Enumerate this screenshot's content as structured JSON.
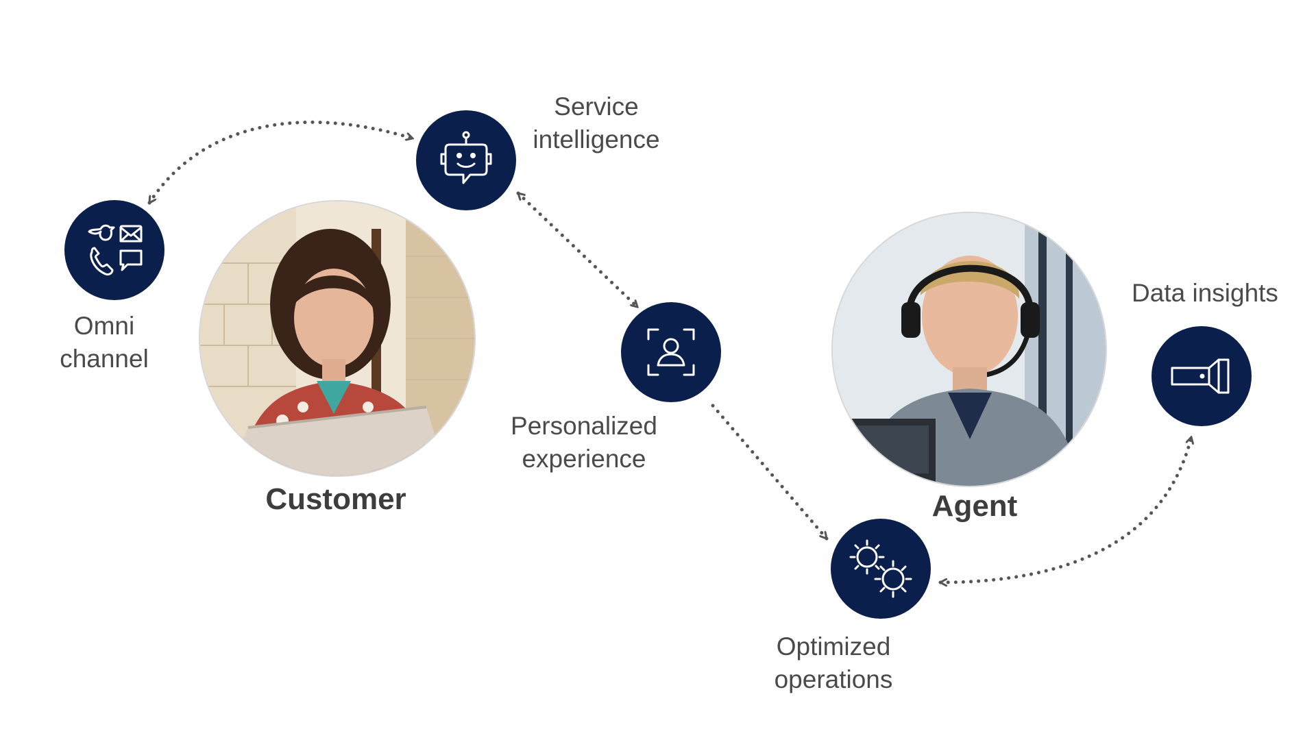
{
  "nodes": {
    "omni_channel": {
      "line1": "Omni",
      "line2": "channel"
    },
    "service_intelligence": {
      "line1": "Service",
      "line2": "intelligence"
    },
    "personalized_experience": {
      "line1": "Personalized",
      "line2": "experience"
    },
    "optimized_operations": {
      "line1": "Optimized",
      "line2": "operations"
    },
    "data_insights": {
      "line1": "Data insights"
    }
  },
  "roles": {
    "customer": "Customer",
    "agent": "Agent"
  },
  "colors": {
    "node_fill": "#0b1f4d",
    "icon_stroke": "#ffffff",
    "connector": "#555555",
    "label_text": "#4a4a4a"
  },
  "icons": {
    "omni_channel": "social-channels-icon",
    "service_intelligence": "chatbot-icon",
    "personalized_experience": "user-focus-icon",
    "optimized_operations": "gears-icon",
    "data_insights": "flashlight-icon"
  }
}
